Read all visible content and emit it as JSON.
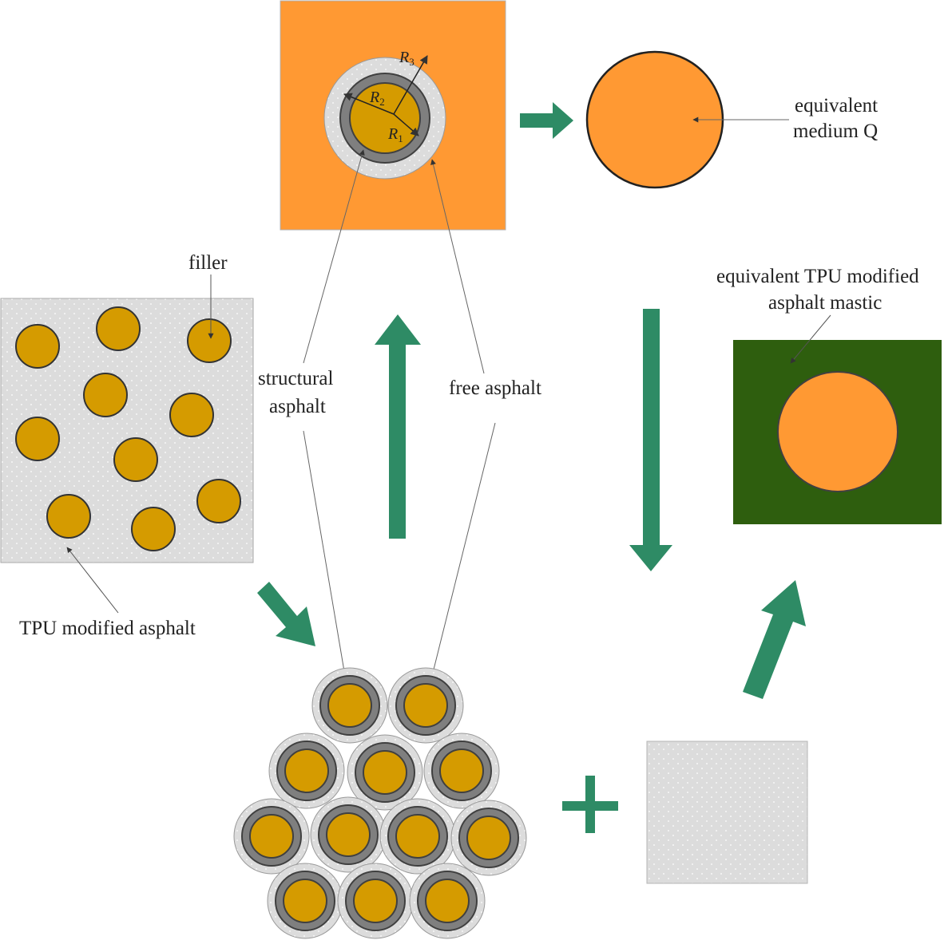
{
  "labels": {
    "filler": "filler",
    "structural_line1": "structural",
    "structural_line2": "asphalt",
    "free_asphalt": "free asphalt",
    "tpu_modified_asphalt": "TPU modified asphalt",
    "equivalent_line1": "equivalent",
    "equivalent_line2": "medium Q",
    "eq_tpu_line1": "equivalent TPU modified",
    "eq_tpu_line2": "asphalt mastic",
    "r1": "R",
    "r1_sub": "1",
    "r2": "R",
    "r2_sub": "2",
    "r3": "R",
    "r3_sub": "3"
  },
  "colors": {
    "orange": "#FF9933",
    "filler_gold": "#D59B00",
    "asphalt_light": "#DCDCDC",
    "structural_gray": "#7F7F7F",
    "arrow_green": "#2E8B65",
    "mastic_green": "#2E5E0E",
    "outline": "#404040"
  }
}
